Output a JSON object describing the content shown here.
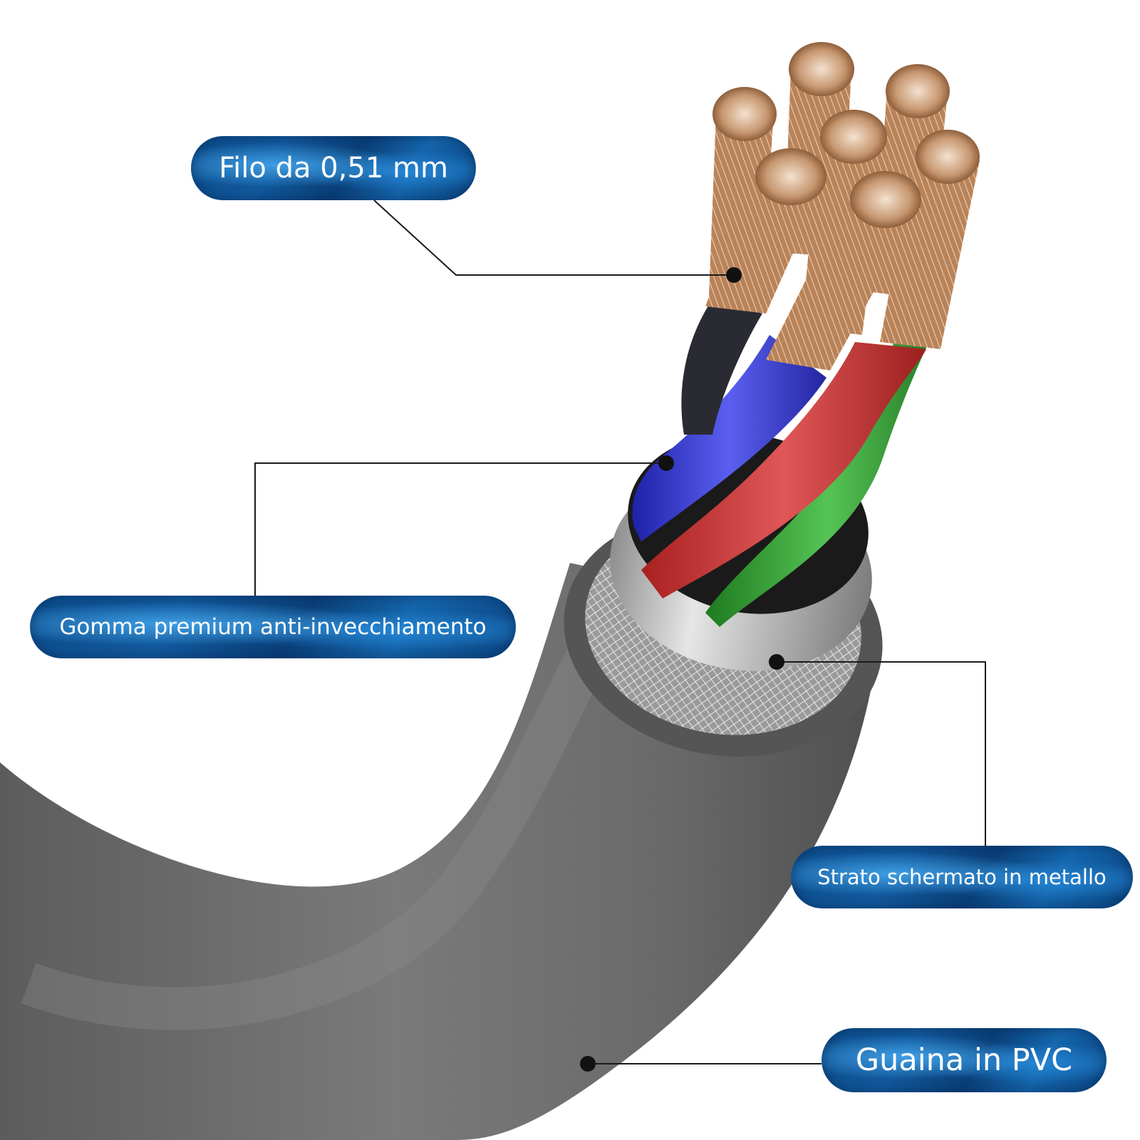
{
  "labels": {
    "wire": "Filo da 0,51 mm",
    "rubber": "Gomma premium anti-invecchiamento",
    "shield": "Strato schermato in metallo",
    "pvc": "Guaina in PVC"
  },
  "colors": {
    "label_fill": "#0c4d8c",
    "jacket": "#6e6e6e",
    "copper": "#b9835a",
    "wire_blue": "#3a3fd0",
    "wire_red": "#d23a3a",
    "wire_green": "#3aa83a",
    "wire_black": "#2a2a33",
    "shield_metal": "#c8c8c8"
  }
}
